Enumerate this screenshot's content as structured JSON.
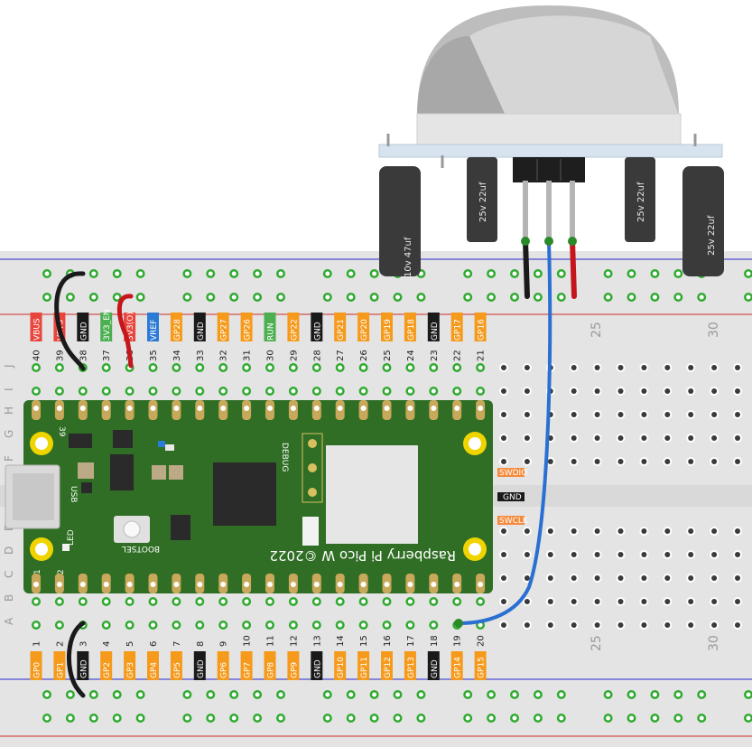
{
  "board": {
    "name": "Raspberry Pi Pico W ©2022",
    "bootsel": "BOOTSEL",
    "usb": "USB",
    "led": "LED",
    "debug": "DEBUG",
    "pin39": "39",
    "pin1": "1",
    "pin2": "2"
  },
  "debug_pins": {
    "swdio": "SWDIO",
    "gnd": "GND",
    "swclk": "SWCLK"
  },
  "breadboard": {
    "rows_top": [
      "J",
      "I",
      "H",
      "G",
      "F"
    ],
    "rows_bottom": [
      "E",
      "D",
      "C",
      "B",
      "A"
    ],
    "col_numbers": [
      "25",
      "30"
    ]
  },
  "top_pins": {
    "numbers": [
      "40",
      "39",
      "38",
      "37",
      "36",
      "35",
      "34",
      "33",
      "32",
      "31",
      "30",
      "29",
      "28",
      "27",
      "26",
      "25",
      "24",
      "23",
      "22",
      "21"
    ],
    "labels": [
      "VBUS",
      "VSYS",
      "GND",
      "3V3_EN",
      "3V3(O)",
      "VREF",
      "GP28",
      "GND",
      "GP27",
      "GP26",
      "RUN",
      "GP22",
      "GND",
      "GP21",
      "GP20",
      "GP19",
      "GP18",
      "GND",
      "GP17",
      "GP16"
    ],
    "colors": [
      "#e8453c",
      "#e8453c",
      "#1a1a1a",
      "#4caf50",
      "#e8453c",
      "#2b7bd6",
      "#f59a1b",
      "#1a1a1a",
      "#f59a1b",
      "#f59a1b",
      "#4caf50",
      "#f59a1b",
      "#1a1a1a",
      "#f59a1b",
      "#f59a1b",
      "#f59a1b",
      "#f59a1b",
      "#1a1a1a",
      "#f59a1b",
      "#f59a1b"
    ]
  },
  "bottom_pins": {
    "numbers": [
      "1",
      "2",
      "3",
      "4",
      "5",
      "6",
      "7",
      "8",
      "9",
      "10",
      "11",
      "12",
      "13",
      "14",
      "15",
      "16",
      "17",
      "18",
      "19",
      "20"
    ],
    "labels": [
      "GP0",
      "GP1",
      "GND",
      "GP2",
      "GP3",
      "GP4",
      "GP5",
      "GND",
      "GP6",
      "GP7",
      "GP8",
      "GP9",
      "GND",
      "GP10",
      "GP11",
      "GP12",
      "GP13",
      "GND",
      "GP14",
      "GP15"
    ],
    "colors": [
      "#f59a1b",
      "#f59a1b",
      "#1a1a1a",
      "#f59a1b",
      "#f59a1b",
      "#f59a1b",
      "#f59a1b",
      "#1a1a1a",
      "#f59a1b",
      "#f59a1b",
      "#f59a1b",
      "#f59a1b",
      "#1a1a1a",
      "#f59a1b",
      "#f59a1b",
      "#f59a1b",
      "#f59a1b",
      "#1a1a1a",
      "#f59a1b",
      "#f59a1b"
    ]
  },
  "sensor": {
    "cap_left": "10v 47uf",
    "cap_mid": "25v 22uf",
    "cap_right": "25v 22uf"
  },
  "wire_colors": {
    "black": "#1a1a1a",
    "red": "#c4161c",
    "blue": "#2a6fd1"
  }
}
